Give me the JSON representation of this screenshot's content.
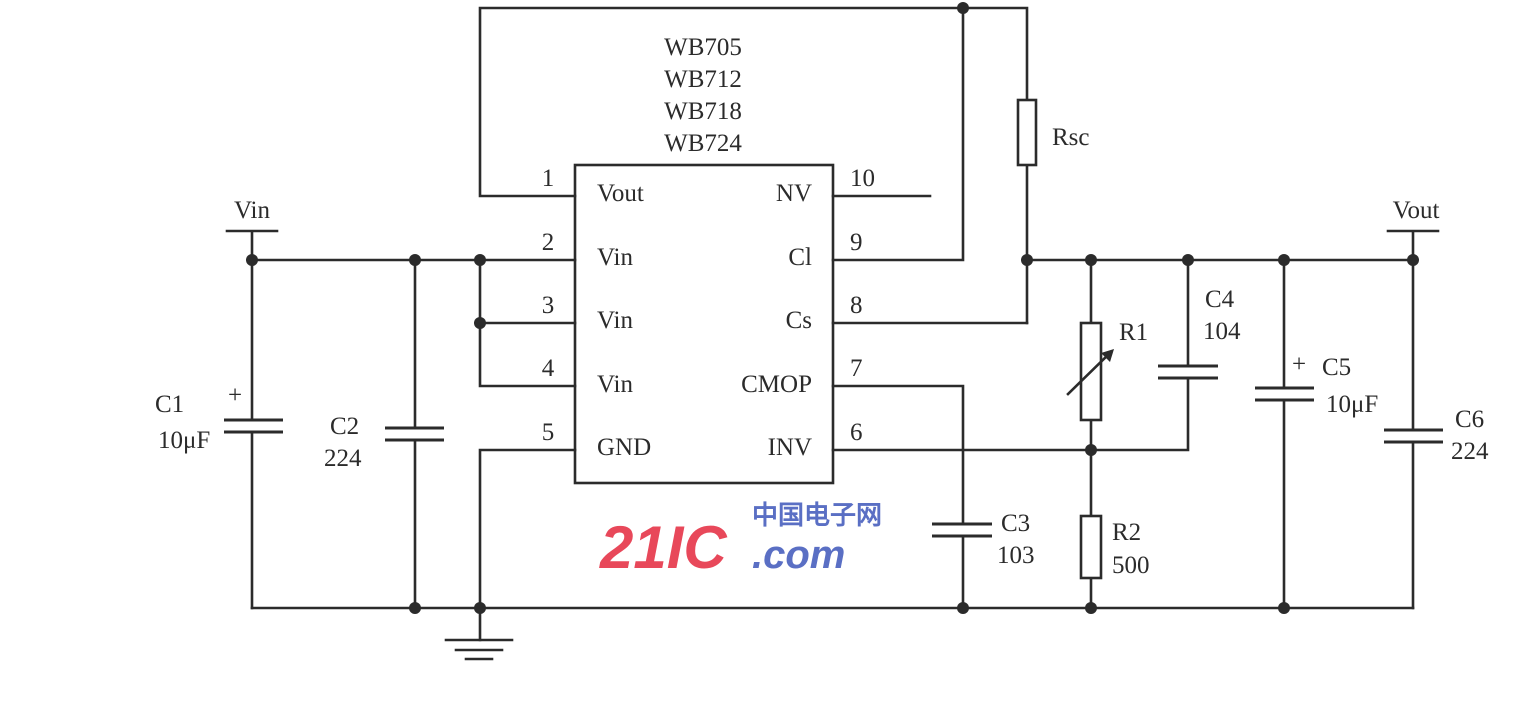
{
  "diagram": {
    "type": "circuit-schematic",
    "ic": {
      "part_numbers": [
        "WB705",
        "WB712",
        "WB718",
        "WB724"
      ],
      "pins": [
        {
          "num": "1",
          "name": "Vout"
        },
        {
          "num": "2",
          "name": "Vin"
        },
        {
          "num": "3",
          "name": "Vin"
        },
        {
          "num": "4",
          "name": "Vin"
        },
        {
          "num": "5",
          "name": "GND"
        },
        {
          "num": "6",
          "name": "INV"
        },
        {
          "num": "7",
          "name": "CMOP"
        },
        {
          "num": "8",
          "name": "Cs"
        },
        {
          "num": "9",
          "name": "Cl"
        },
        {
          "num": "10",
          "name": "NV"
        }
      ]
    },
    "terminals": {
      "input": "Vin",
      "output": "Vout"
    },
    "components": {
      "C1": {
        "ref": "C1",
        "value": "10μF",
        "polarized": true,
        "polarity_mark": "+"
      },
      "C2": {
        "ref": "C2",
        "value": "224"
      },
      "C3": {
        "ref": "C3",
        "value": "103"
      },
      "C4": {
        "ref": "C4",
        "value": "104"
      },
      "C5": {
        "ref": "C5",
        "value": "10μF",
        "polarized": true,
        "polarity_mark": "+"
      },
      "C6": {
        "ref": "C6",
        "value": "224"
      },
      "R1": {
        "ref": "R1",
        "variable": true
      },
      "R2": {
        "ref": "R2",
        "value": "500"
      },
      "Rsc": {
        "ref": "Rsc"
      }
    },
    "watermark": {
      "main": "21IC",
      "sub": ".com",
      "cn": "中国电子网",
      "colors": {
        "red": "#e8485a",
        "blue": "#5a6fc4"
      }
    },
    "colors": {
      "ink": "#2b2b2b",
      "background": "#ffffff"
    }
  }
}
